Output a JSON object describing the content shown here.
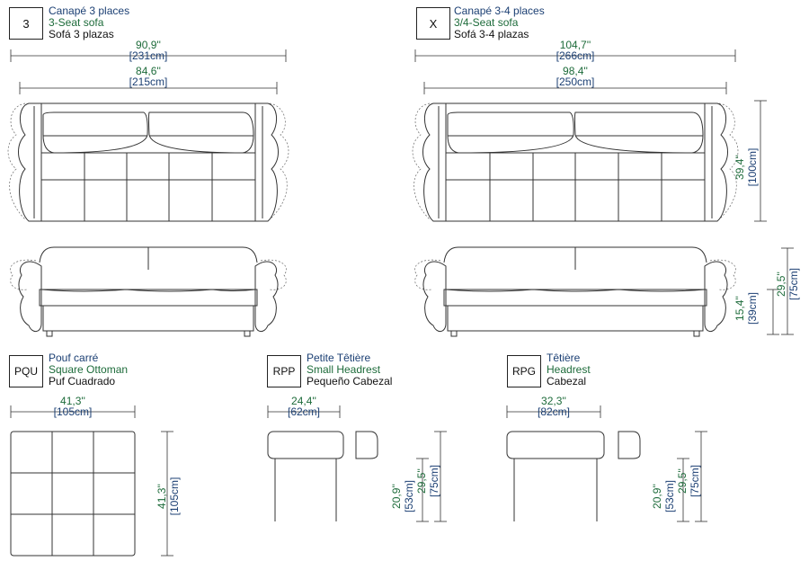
{
  "products": {
    "p3": {
      "code": "3",
      "fr": "Canapé 3 places",
      "en": "3-Seat sofa",
      "es": "Sofá 3 plazas",
      "w_total_in": "90,9''",
      "w_total_cm": "[231cm]",
      "w_inner_in": "84,6''",
      "w_inner_cm": "[215cm]"
    },
    "px": {
      "code": "X",
      "fr": "Canapé 3-4 places",
      "en": "3/4-Seat sofa",
      "es": "Sofá 3-4 plazas",
      "w_total_in": "104,7''",
      "w_total_cm": "[266cm]",
      "w_inner_in": "98,4''",
      "w_inner_cm": "[250cm]",
      "depth_in": "39,4''",
      "depth_cm": "[100cm]",
      "seat_in": "15,4''",
      "seat_cm": "[39cm]",
      "height_in": "29,5''",
      "height_cm": "[75cm]"
    },
    "pqu": {
      "code": "PQU",
      "fr": "Pouf carré",
      "en": "Square Ottoman",
      "es": "Puf Cuadrado",
      "w_in": "41,3''",
      "w_cm": "[105cm]",
      "d_in": "41,3''",
      "d_cm": "[105cm]"
    },
    "rpp": {
      "code": "RPP",
      "fr": "Petite Têtière",
      "en": "Small Headrest",
      "es": "Pequeño Cabezal",
      "w_in": "24,4''",
      "w_cm": "[62cm]",
      "h1_in": "20,9''",
      "h1_cm": "[53cm]",
      "h2_in": "29,5''",
      "h2_cm": "[75cm]"
    },
    "rpg": {
      "code": "RPG",
      "fr": "Têtière",
      "en": "Headrest",
      "es": "Cabezal",
      "w_in": "32,3''",
      "w_cm": "[82cm]",
      "h1_in": "20,9''",
      "h1_cm": "[53cm]",
      "h2_in": "29,5''",
      "h2_cm": "[75cm]"
    }
  }
}
